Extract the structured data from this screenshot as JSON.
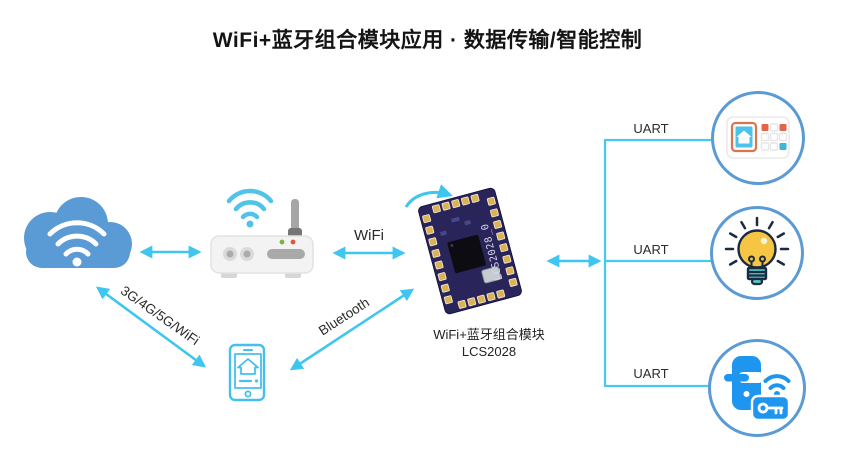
{
  "title": "WiFi+蓝牙组合模块应用 · 数据传输/智能控制",
  "labels": {
    "wifi": "WiFi",
    "bluetooth": "Bluetooth",
    "cellular": "3G/4G/5G/WiFi",
    "uart1": "UART",
    "uart2": "UART",
    "uart3": "UART"
  },
  "module": {
    "caption_line1": "WiFi+蓝牙组合模块",
    "caption_line2": "LCS2028",
    "silkscreen": "LCS2028_0"
  },
  "icons": {
    "cloud": "cloud-wifi-icon",
    "router": "wifi-router-icon",
    "phone": "smartphone-home-app-icon",
    "panel": "smart-control-panel-icon",
    "bulb": "smart-light-bulb-icon",
    "lock": "smart-door-lock-icon"
  },
  "colors": {
    "arrow_cyan": "#3FC6F0",
    "cloud_blue": "#5B9BD5",
    "circle_border": "#5B9BD5",
    "device_blue": "#1E96F0",
    "router_wave_cyan": "#4FC3E8",
    "bulb_yellow": "#F6C544",
    "bulb_base_teal": "#4FCCC4",
    "panel_accent_orange": "#E0714D",
    "pcb_navy": "#29255B",
    "pad_gold": "#DCB257",
    "text_black": "#141414"
  }
}
